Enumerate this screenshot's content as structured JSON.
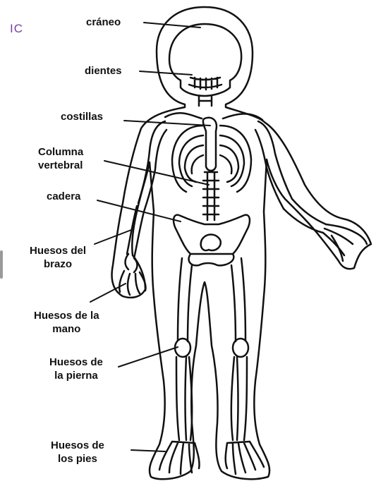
{
  "corner_text": "IC",
  "labels": {
    "craneo": "cráneo",
    "dientes": "dientes",
    "costillas": "costillas",
    "columna": "Columna\nvertebral",
    "cadera": "cadera",
    "brazo": "Huesos del\nbrazo",
    "mano": "Huesos de la\nmano",
    "pierna": "Huesos de\nla pierna",
    "pies": "Huesos de\nlos pies"
  },
  "colors": {
    "ink": "#111111",
    "corner_text": "#7b3fa3"
  }
}
